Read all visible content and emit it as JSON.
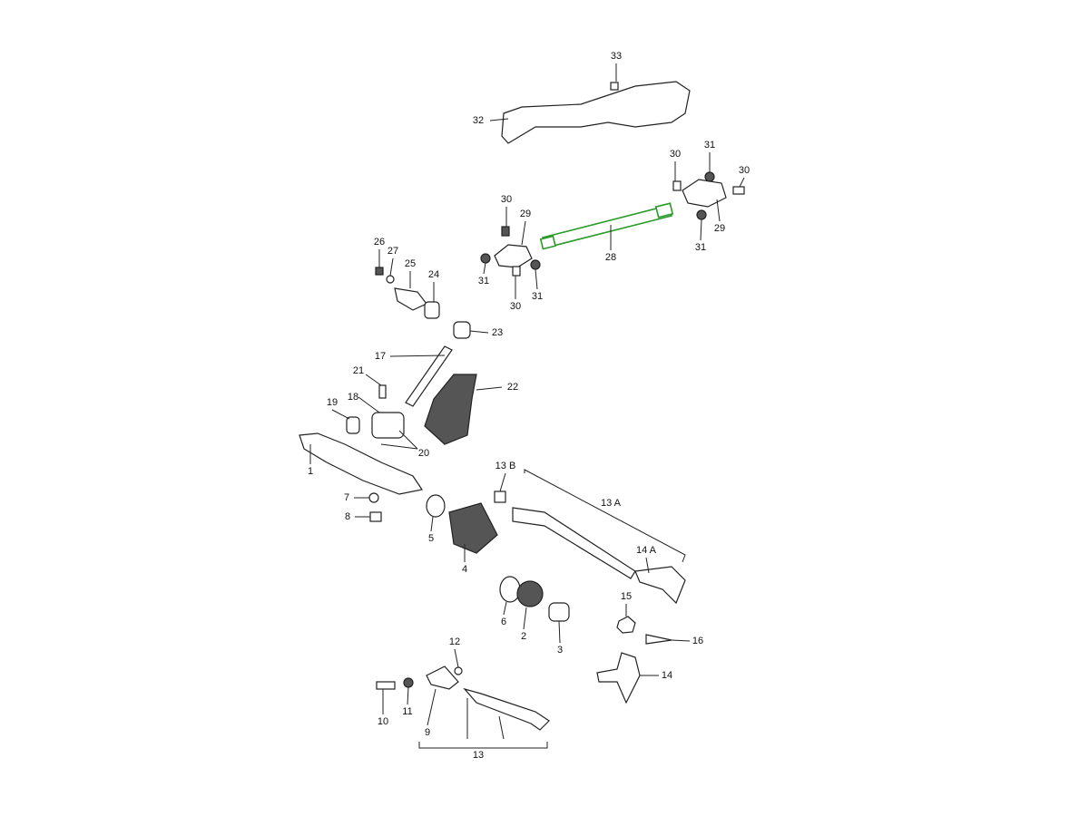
{
  "diagram": {
    "type": "exploded parts diagram - steering",
    "highlight_color": "#2a9a2a",
    "highlighted_part": "28",
    "labels": [
      "33",
      "32",
      "30",
      "31",
      "30",
      "30",
      "29",
      "28",
      "29",
      "31",
      "31",
      "31",
      "30",
      "26",
      "27",
      "25",
      "24",
      "23",
      "17",
      "21",
      "18",
      "19",
      "22",
      "20",
      "1",
      "13 B",
      "13 A",
      "7",
      "8",
      "5",
      "4",
      "14 A",
      "6",
      "2",
      "3",
      "15",
      "16",
      "14",
      "12",
      "10",
      "11",
      "9",
      "13"
    ]
  }
}
